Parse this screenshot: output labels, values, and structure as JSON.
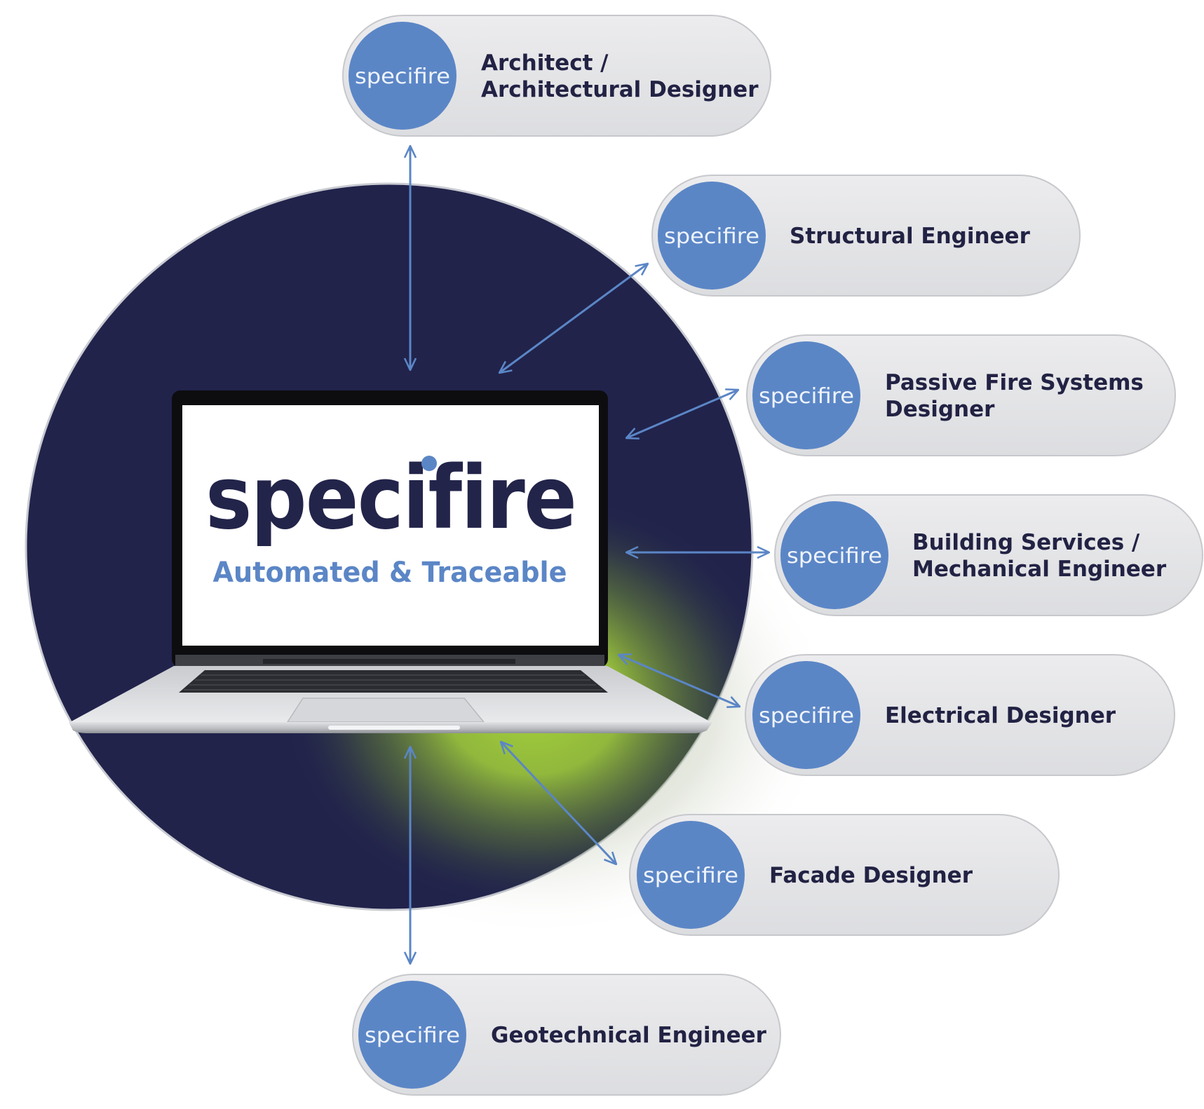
{
  "colors": {
    "circle": "#21234b",
    "glow": "#a5d23a",
    "accent": "#5b86c6",
    "pill": "#e6e7e9",
    "label": "#222244"
  },
  "screen": {
    "brand": "specifire",
    "tagline": "Automated & Traceable"
  },
  "roles": [
    {
      "id": "architect",
      "badge": "specifire",
      "lines": [
        "Architect /",
        "Architectural Designer"
      ]
    },
    {
      "id": "structural",
      "badge": "specifire",
      "lines": [
        "Structural Engineer"
      ]
    },
    {
      "id": "passive-fire",
      "badge": "specifire",
      "lines": [
        "Passive Fire Systems",
        "Designer"
      ]
    },
    {
      "id": "building-services",
      "badge": "specifire",
      "lines": [
        "Building Services /",
        "Mechanical Engineer"
      ]
    },
    {
      "id": "electrical",
      "badge": "specifire",
      "lines": [
        "Electrical Designer"
      ]
    },
    {
      "id": "facade",
      "badge": "specifire",
      "lines": [
        "Facade Designer"
      ]
    },
    {
      "id": "geotechnical",
      "badge": "specifire",
      "lines": [
        "Geotechnical Engineer"
      ]
    }
  ]
}
